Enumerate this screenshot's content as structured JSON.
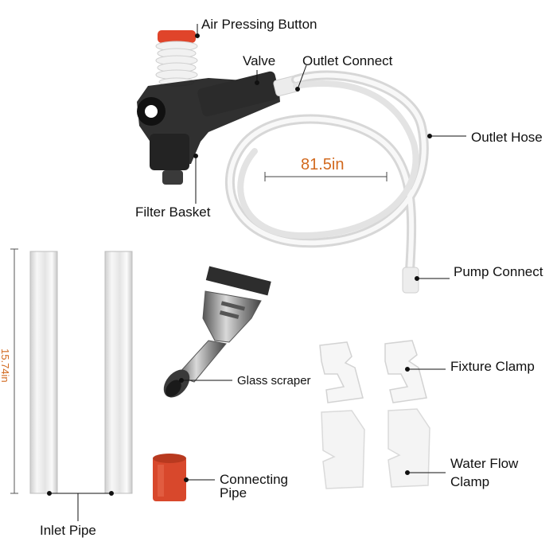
{
  "labels": {
    "air_pressing_button": "Air Pressing Button",
    "valve": "Valve",
    "outlet_connect": "Outlet Connect",
    "outlet_hose": "Outlet Hose",
    "filter_basket": "Filter Basket",
    "pump_connect": "Pump Connect",
    "glass_scraper": "Glass scraper",
    "fixture_clamp": "Fixture Clamp",
    "water_flow_clamp_line1": "Water Flow",
    "water_flow_clamp_line2": "Clamp",
    "connecting_pipe_line1": "Connecting",
    "connecting_pipe_line2": "Pipe",
    "inlet_pipe": "Inlet Pipe"
  },
  "dimensions": {
    "hose_length": "81.5in",
    "pipe_length": "15.74in"
  },
  "colors": {
    "dimension_text": "#d2691e",
    "pump_body": "#1c1c1c",
    "button_cap": "#e0442a",
    "connecting_pipe": "#d8482c"
  }
}
